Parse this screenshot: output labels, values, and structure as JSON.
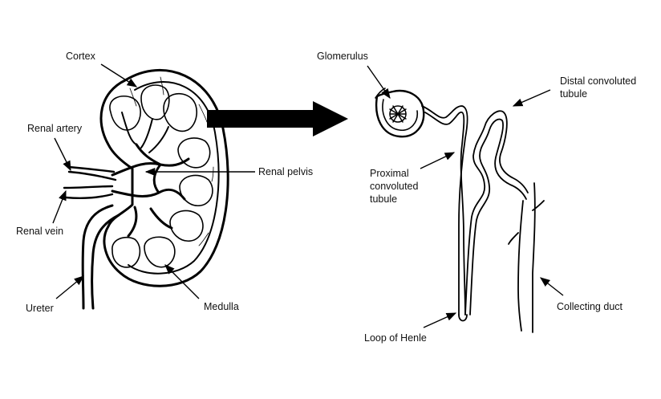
{
  "labels": {
    "cortex": "Cortex",
    "renal_artery": "Renal artery",
    "renal_pelvis": "Renal pelvis",
    "renal_vein": "Renal vein",
    "ureter": "Ureter",
    "medulla": "Medulla",
    "glomerulus": "Glomerulus",
    "distal_convoluted_tubule": [
      "Distal convoluted",
      "tubule"
    ],
    "proximal_convoluted_tubule": [
      "Proximal",
      "convoluted",
      "tubule"
    ],
    "loop_of_henle": "Loop of Henle",
    "collecting_duct": "Collecting duct"
  }
}
